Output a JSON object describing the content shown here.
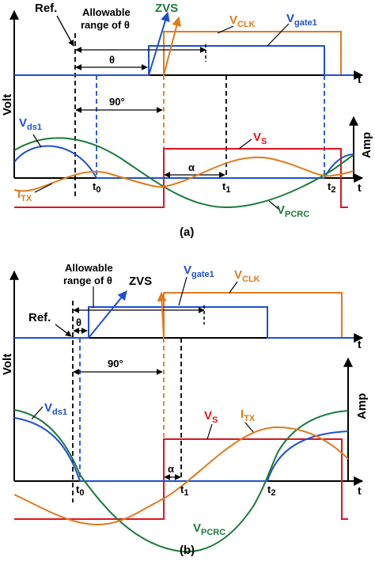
{
  "colors": {
    "blue": "#1f4fd1",
    "orange": "#e07a1f",
    "green": "#1a7a3a",
    "red": "#e0141e",
    "black": "#000000"
  },
  "panel_a": {
    "caption": "(a)",
    "ref_label": "Ref.",
    "allowable_line1": "Allowable",
    "allowable_line2": "range of θ",
    "zvs_label": "ZVS",
    "theta_label": "θ",
    "ninety_label": "90°",
    "alpha_label": "α",
    "volt_label": "Volt",
    "amp_label": "Amp",
    "t_axis_upper": "t",
    "t_axis_lower": "t",
    "vclk": {
      "main": "V",
      "sub": "CLK"
    },
    "vgate": {
      "main": "V",
      "sub": "gate1"
    },
    "vds": {
      "main": "V",
      "sub": "ds1"
    },
    "vs": {
      "main": "V",
      "sub": "S"
    },
    "itx": {
      "main": "I",
      "sub": "TX"
    },
    "vpcrc": {
      "main": "V",
      "sub": "PCRC"
    },
    "t0": {
      "main": "t",
      "sub": "0"
    },
    "t1": {
      "main": "t",
      "sub": "1"
    },
    "t2": {
      "main": "t",
      "sub": "2"
    }
  },
  "panel_b": {
    "caption": "(b)",
    "ref_label": "Ref.",
    "allowable_line1": "Allowable",
    "allowable_line2": "range of θ",
    "zvs_label": "ZVS",
    "theta_label": "θ",
    "ninety_label": "90°",
    "alpha_label": "α",
    "volt_label": "Volt",
    "amp_label": "Amp",
    "t_axis_upper": "t",
    "t_axis_lower": "t",
    "vclk": {
      "main": "V",
      "sub": "CLK"
    },
    "vgate": {
      "main": "V",
      "sub": "gate1"
    },
    "vds": {
      "main": "V",
      "sub": "ds1"
    },
    "vs": {
      "main": "V",
      "sub": "S"
    },
    "itx": {
      "main": "I",
      "sub": "TX"
    },
    "vpcrc": {
      "main": "V",
      "sub": "PCRC"
    },
    "t0": {
      "main": "t",
      "sub": "0"
    },
    "t1": {
      "main": "t",
      "sub": "1"
    },
    "t2": {
      "main": "t",
      "sub": "2"
    }
  }
}
